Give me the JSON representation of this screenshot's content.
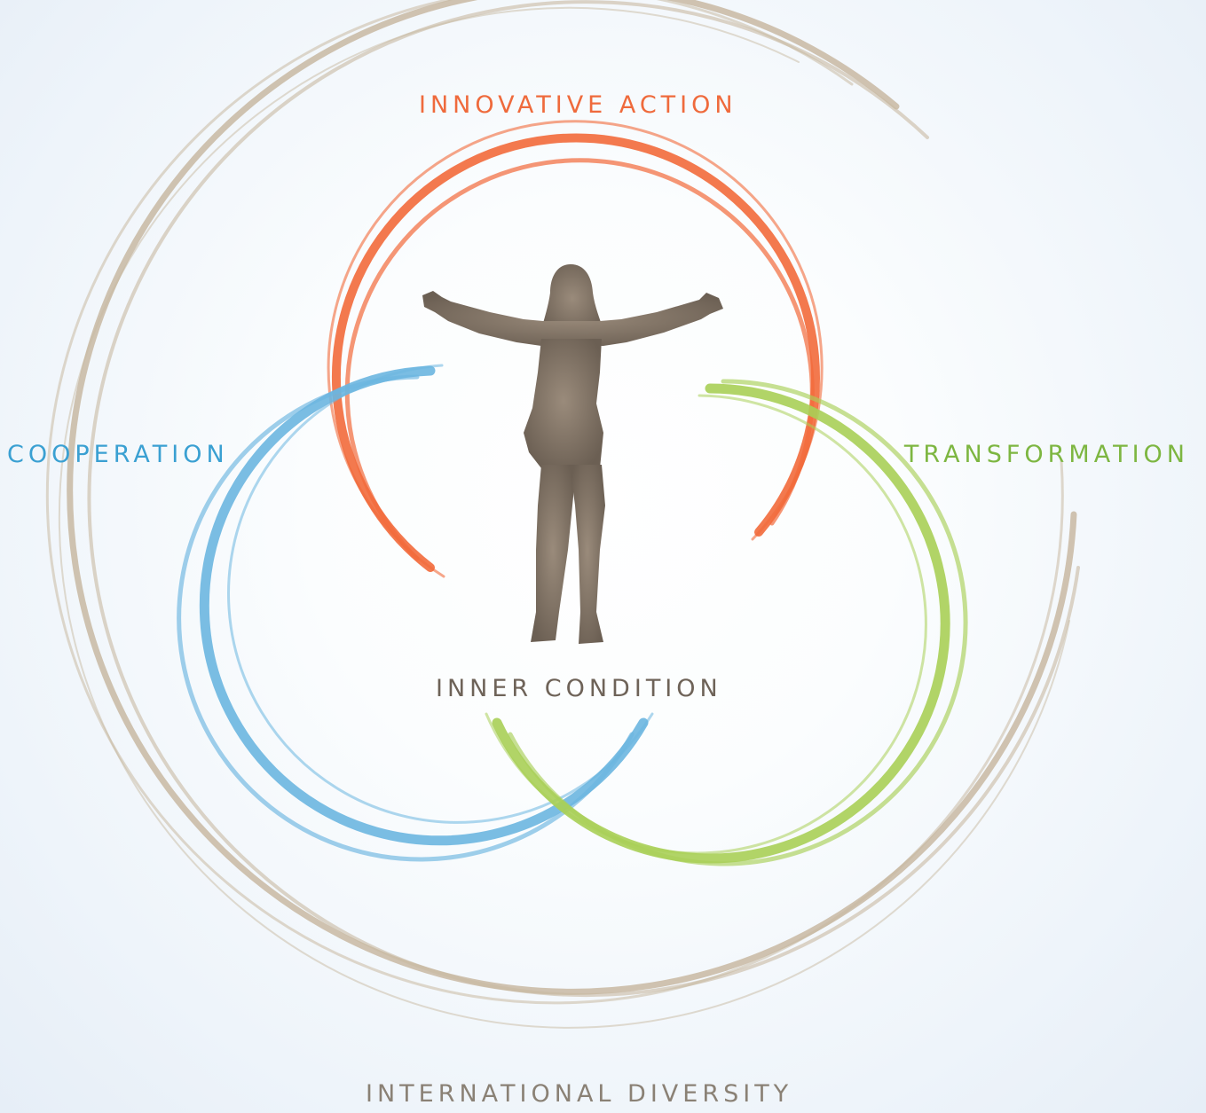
{
  "labels": {
    "innovative_action": "INNOVATIVE ACTION",
    "cooperation": "COOPERATION",
    "transformation": "TRANSFORMATION",
    "inner_condition": "INNER CONDITION",
    "international_diversity": "INTERNATIONAL DIVERSITY"
  },
  "colors": {
    "innovative_action": "#ef6a3c",
    "cooperation": "#3aa0d2",
    "transformation": "#7db641",
    "inner_condition": "#6e6358",
    "international_diversity": "#8a8175",
    "outer_ring": "#c8b9a2",
    "red_ring": "#f26a3b",
    "blue_ring": "#6bb6e0",
    "green_ring": "#a9cf57",
    "figure_light": "#9a8b7b",
    "figure_dark": "#6b5f53"
  },
  "icons": {
    "center_figure": "person-arms-outstretched-silhouette-icon"
  }
}
